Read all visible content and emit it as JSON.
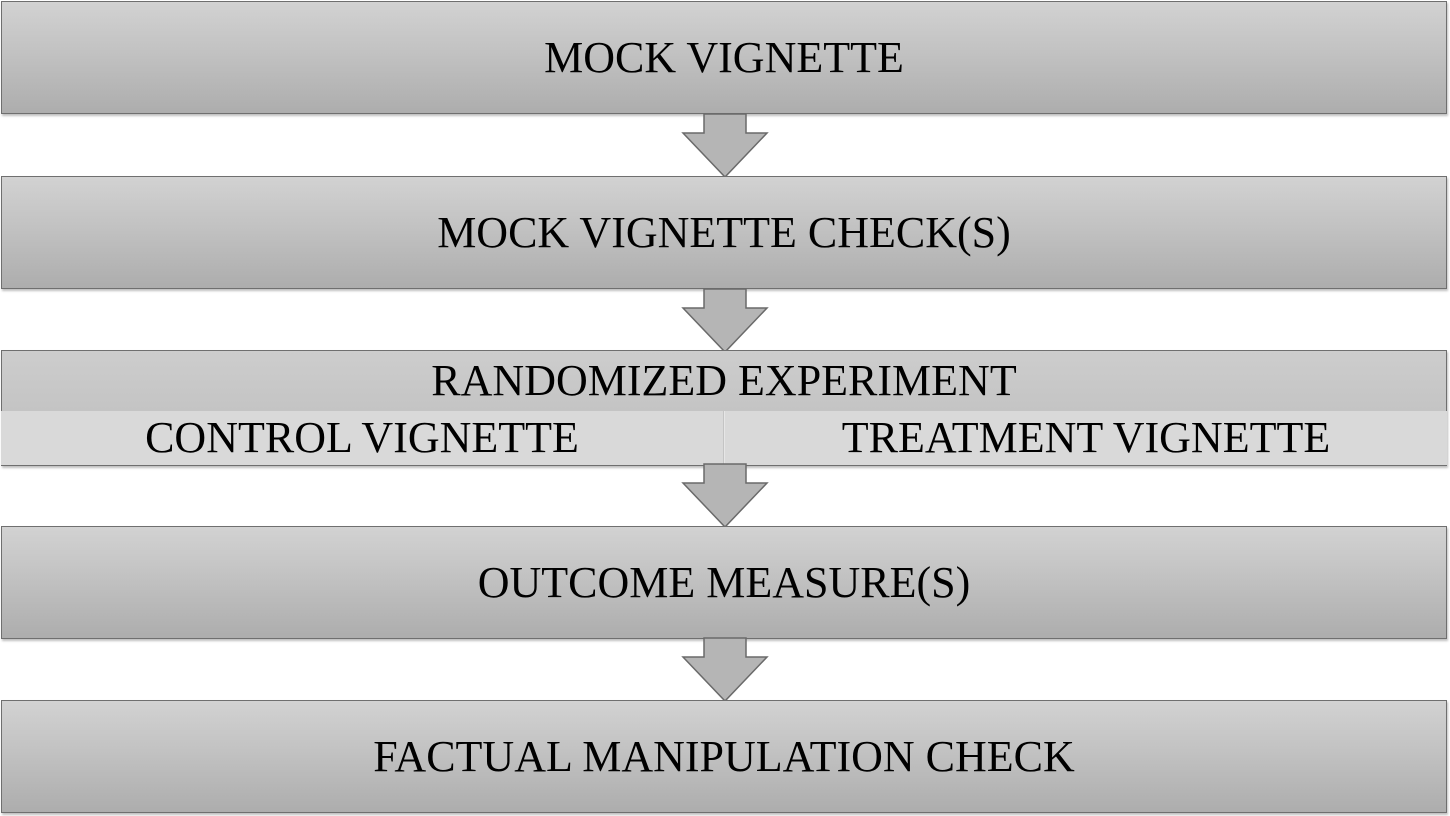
{
  "steps": {
    "mock_vignette": "MOCK VIGNETTE",
    "mock_vignette_checks": "MOCK VIGNETTE CHECK(S)",
    "randomized_experiment": {
      "title": "RANDOMIZED EXPERIMENT",
      "control": "CONTROL VIGNETTE",
      "treatment": "TREATMENT VIGNETTE"
    },
    "outcome_measures": "OUTCOME MEASURE(S)",
    "factual_manipulation_check": "FACTUAL MANIPULATION CHECK"
  },
  "colors": {
    "box_fill_top": "#d2d2d2",
    "box_fill_bottom": "#adadad",
    "branch_fill": "#d9d9d9",
    "border": "#6f6f6f",
    "arrow_fill": "#b5b5b5"
  }
}
